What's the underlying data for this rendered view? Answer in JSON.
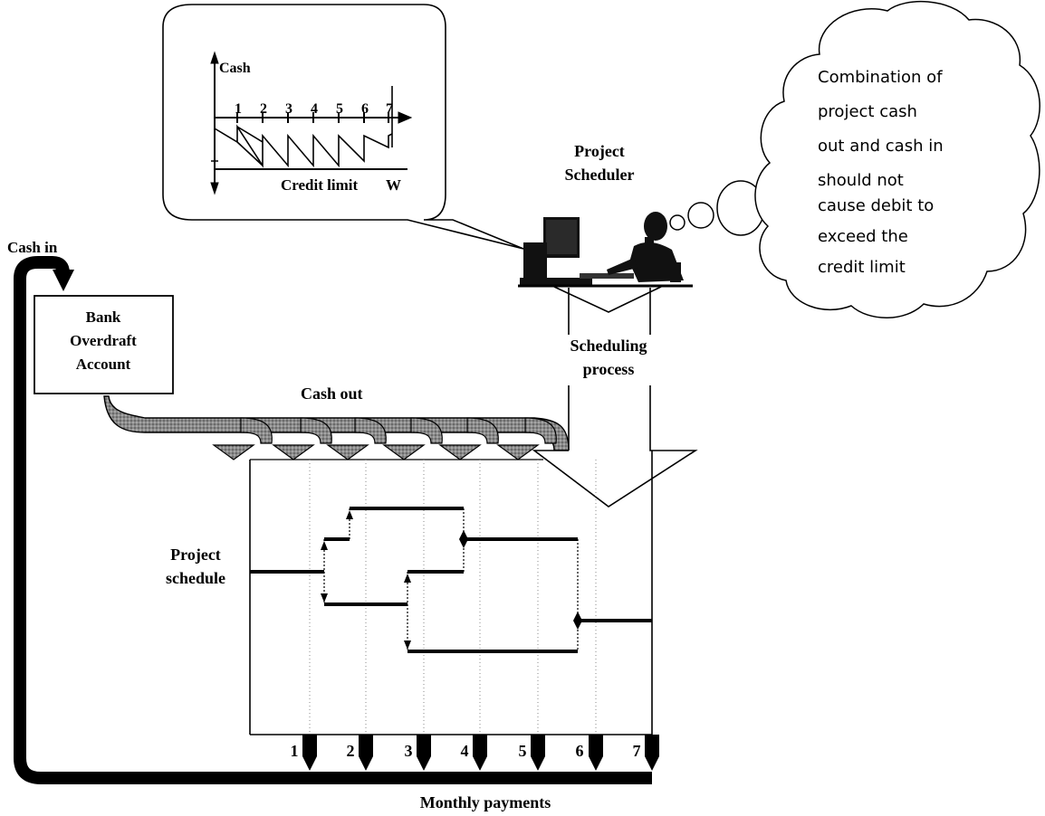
{
  "bubble_chart": {
    "y_label": "Cash",
    "x_ticks": [
      "1",
      "2",
      "3",
      "4",
      "5",
      "6",
      "7"
    ],
    "credit_label": "Credit limit",
    "credit_symbol": "W"
  },
  "scheduler_label": [
    "Project",
    "Scheduler"
  ],
  "thought_lines": [
    "Combination of",
    "project cash",
    "out and cash in",
    "should not",
    "cause debit to",
    "exceed the",
    "credit limit"
  ],
  "cash_in_label": "Cash in",
  "bank_label": [
    "Bank",
    "Overdraft",
    "Account"
  ],
  "scheduling_label": [
    "Scheduling",
    "process"
  ],
  "cash_out_label": "Cash out",
  "schedule_label": [
    "Project",
    "schedule"
  ],
  "month_labels": [
    "1",
    "2",
    "3",
    "4",
    "5",
    "6",
    "7"
  ],
  "monthly_payments_label": "Monthly payments",
  "colors": {
    "ink": "#000000",
    "gray_flow": "#7a7a7a",
    "paper": "#ffffff"
  }
}
